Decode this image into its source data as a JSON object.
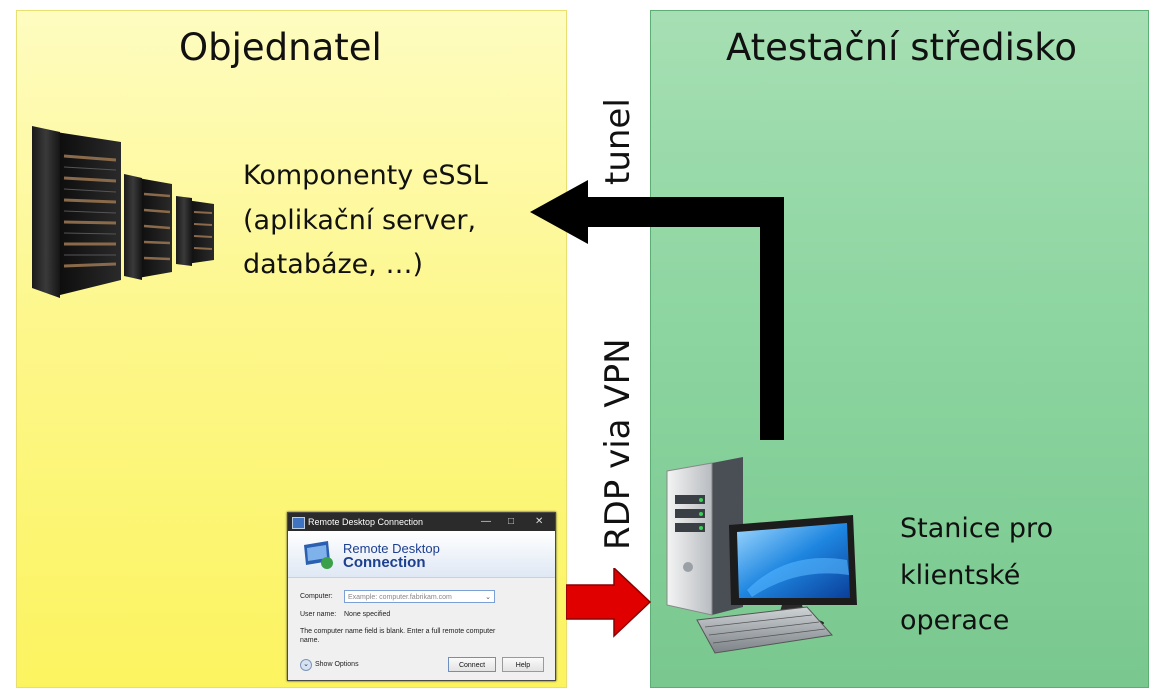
{
  "titles": {
    "left": "Objednatel",
    "right": "Atestační středisko"
  },
  "left_label": [
    "Komponenty eSSL",
    "(aplikační server,",
    "databáze, …)"
  ],
  "right_label": [
    "Stanice pro",
    "klientské",
    "operace"
  ],
  "connectors": {
    "tunnel": "tunel",
    "rdp": "RDP via VPN"
  },
  "colors": {
    "left_panel": "#fcf45f",
    "right_panel": "#79c88f",
    "tunnel_arrow": "#000000",
    "rdp_arrow": "#e00000"
  },
  "icons": {
    "servers": "server-rack-icon",
    "workstation": "desktop-computer-icon"
  },
  "rdp_dialog": {
    "title": "Remote Desktop Connection",
    "heading_1": "Remote Desktop",
    "heading_2": "Connection",
    "computer_label": "Computer:",
    "computer_placeholder": "Example: computer.fabrikam.com",
    "username_label": "User name:",
    "username_value": "None specified",
    "message": [
      "The computer name field is blank. Enter a full remote computer",
      "name."
    ],
    "show_options": "Show Options",
    "connect": "Connect",
    "help": "Help"
  }
}
